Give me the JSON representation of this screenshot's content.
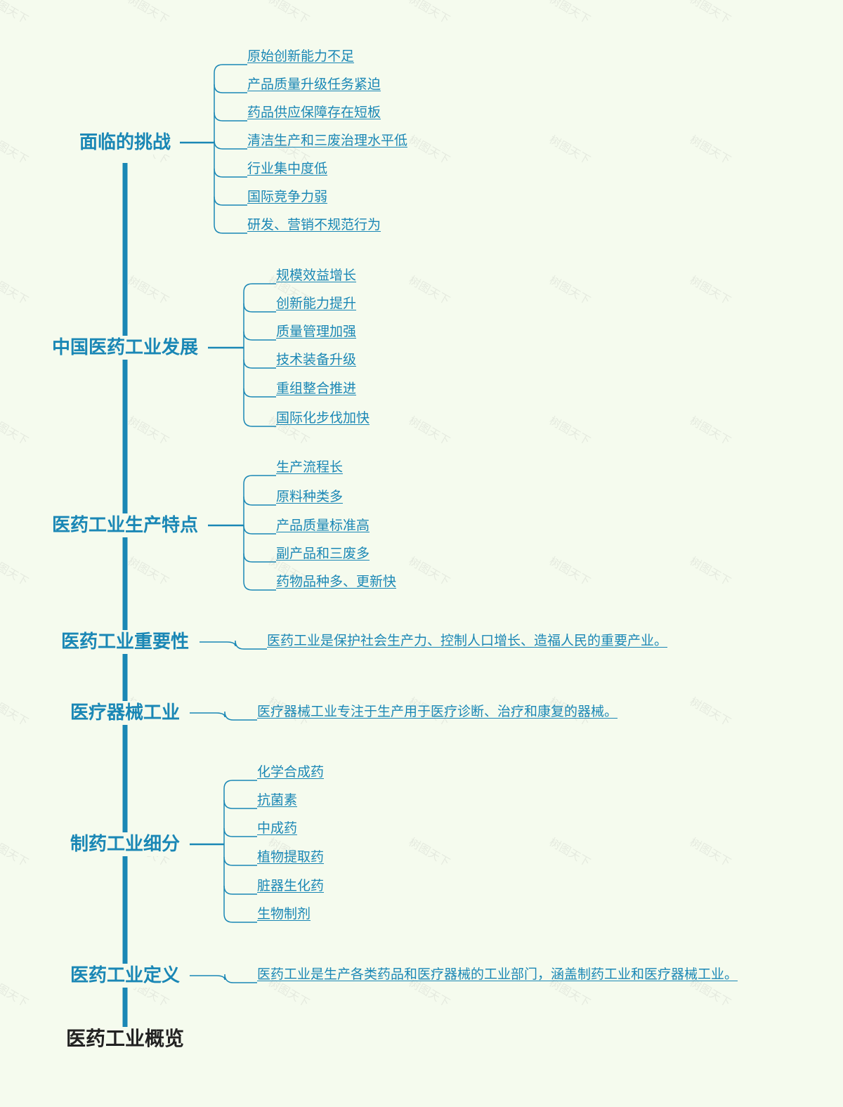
{
  "root": {
    "label": "医药工业概览"
  },
  "watermark": {
    "text": "树图天下"
  },
  "colors": {
    "accent": "#1a87b5",
    "background": "#f5fbee",
    "root_text": "#222222"
  },
  "branches": [
    {
      "id": "challenges",
      "label": "面临的挑战",
      "children": [
        "原始创新能力不足",
        "产品质量升级任务紧迫",
        "药品供应保障存在短板",
        "清洁生产和三废治理水平低",
        "行业集中度低",
        "国际竞争力弱",
        "研发、营销不规范行为"
      ]
    },
    {
      "id": "development",
      "label": "中国医药工业发展",
      "children": [
        "规模效益增长",
        "创新能力提升",
        "质量管理加强",
        "技术装备升级",
        "重组整合推进",
        "国际化步伐加快"
      ]
    },
    {
      "id": "production-features",
      "label": "医药工业生产特点",
      "children": [
        "生产流程长",
        "原料种类多",
        "产品质量标准高",
        "副产品和三废多",
        "药物品种多、更新快"
      ]
    },
    {
      "id": "importance",
      "label": "医药工业重要性",
      "children": [
        "医药工业是保护社会生产力、控制人口增长、造福人民的重要产业。"
      ]
    },
    {
      "id": "medical-devices",
      "label": "医疗器械工业",
      "children": [
        "医疗器械工业专注于生产用于医疗诊断、治疗和康复的器械。"
      ]
    },
    {
      "id": "subdivision",
      "label": "制药工业细分",
      "children": [
        "化学合成药",
        "抗菌素",
        "中成药",
        "植物提取药",
        "脏器生化药",
        "生物制剂"
      ]
    },
    {
      "id": "definition",
      "label": "医药工业定义",
      "children": [
        "医药工业是生产各类药品和医疗器械的工业部门，涵盖制药工业和医疗器械工业。"
      ]
    }
  ]
}
